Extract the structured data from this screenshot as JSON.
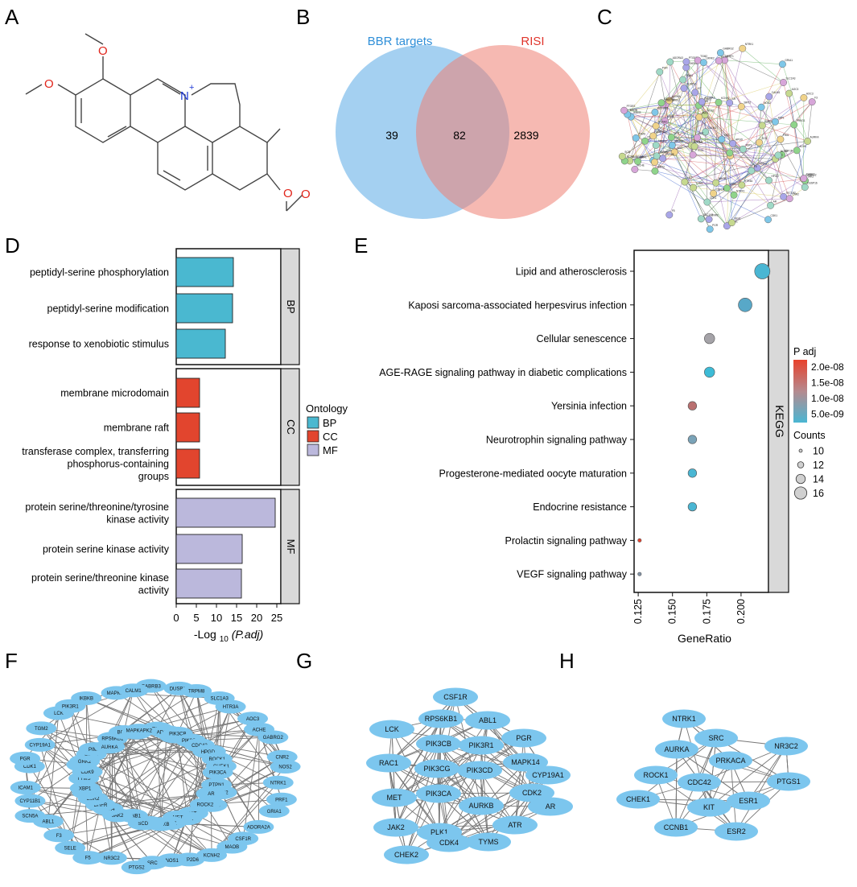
{
  "panels": {
    "A": "A",
    "B": "B",
    "C": "C",
    "D": "D",
    "E": "E",
    "F": "F",
    "G": "G",
    "H": "H"
  },
  "molecule": {
    "atom_O": "O",
    "atom_N": "N",
    "charge": "+"
  },
  "venn": {
    "left_label": "BBR targets",
    "right_label": "RISI",
    "left_only": "39",
    "both": "82",
    "right_only": "2839",
    "left_color": "#5aa9e6",
    "right_color": "#ef7f72",
    "left_label_color": "#2f8fd8",
    "right_label_color": "#e0352c"
  },
  "ppi_small_labels": [
    "PIM1",
    "PRKG1",
    "DUSP16",
    "GABRG2",
    "GABRB3",
    "SLC1A3",
    "NOS2",
    "SCD",
    "TGM2",
    "ADORA3",
    "SELE",
    "F3",
    "HPGD",
    "IKBKB",
    "SIRT2",
    "KIT",
    "CDK1",
    "SRC",
    "ESR1",
    "AR",
    "MET",
    "JAK2",
    "PTGS1",
    "NR3C2",
    "AURKA",
    "PRF1",
    "F5",
    "LRRK2",
    "CSF1R",
    "CHEK2",
    "XBP1",
    "HTR3A",
    "ACHE",
    "TRPM8",
    "MAOB",
    "KCNH2",
    "CNR2",
    "GRIA1",
    "AOC3",
    "BCHE",
    "CALM1",
    "TYMS",
    "NTRK1",
    "PTGES",
    "PGR"
  ],
  "go_chart": {
    "type": "bar",
    "xlabel_main": "-Log ",
    "xlabel_sub": "10",
    "xlabel_paren": "(P.adj)",
    "xlim": [
      0,
      26
    ],
    "xticks": [
      "0",
      "5",
      "10",
      "15",
      "20",
      "25"
    ],
    "xtick_values": [
      0,
      5,
      10,
      15,
      20,
      25
    ],
    "groups": [
      {
        "name": "BP",
        "color": "#4ab8d0",
        "items": [
          {
            "lines": [
              "peptidyl-serine phosphorylation"
            ],
            "value": 14.2
          },
          {
            "lines": [
              "peptidyl-serine modification"
            ],
            "value": 14.0
          },
          {
            "lines": [
              "response to xenobiotic stimulus"
            ],
            "value": 12.2
          }
        ]
      },
      {
        "name": "CC",
        "color": "#e2452e",
        "items": [
          {
            "lines": [
              "membrane microdomain"
            ],
            "value": 5.8
          },
          {
            "lines": [
              "membrane raft"
            ],
            "value": 5.8
          },
          {
            "lines": [
              "transferase complex, transferring",
              "phosphorus-containing",
              "groups"
            ],
            "value": 5.8
          }
        ]
      },
      {
        "name": "MF",
        "color": "#bbb8dc",
        "items": [
          {
            "lines": [
              "protein serine/threonine/tyrosine",
              "kinase activity"
            ],
            "value": 24.6
          },
          {
            "lines": [
              "protein serine kinase activity"
            ],
            "value": 16.4
          },
          {
            "lines": [
              "protein serine/threonine kinase",
              "activity"
            ],
            "value": 16.2
          }
        ]
      }
    ],
    "legend_title": "Ontology"
  },
  "kegg_chart": {
    "type": "scatter",
    "facet": "KEGG",
    "xlabel": "GeneRatio",
    "xlim": [
      0.122,
      0.22
    ],
    "xticks": [
      "0.125",
      "0.150",
      "0.175",
      "0.200"
    ],
    "xtick_values": [
      0.125,
      0.15,
      0.175,
      0.2
    ],
    "points": [
      {
        "term": "Lipid and atherosclerosis",
        "ratio": 0.2155,
        "count": 17,
        "color": "#4ab6d3"
      },
      {
        "term": "Kaposi sarcoma-associated herpesvirus infection",
        "ratio": 0.203,
        "count": 16,
        "color": "#58a8c8"
      },
      {
        "term": "Cellular senescence",
        "ratio": 0.177,
        "count": 14,
        "color": "#a5a3a8"
      },
      {
        "term": "AGE-RAGE signaling pathway in diabetic complications",
        "ratio": 0.177,
        "count": 14,
        "color": "#3dbbd6"
      },
      {
        "term": "Yersinia infection",
        "ratio": 0.1645,
        "count": 13,
        "color": "#b97070"
      },
      {
        "term": "Neurotrophin signaling pathway",
        "ratio": 0.1645,
        "count": 13,
        "color": "#7aa3b8"
      },
      {
        "term": "Progesterone-mediated oocyte maturation",
        "ratio": 0.1645,
        "count": 13,
        "color": "#4ab6d3"
      },
      {
        "term": "Endocrine resistance",
        "ratio": 0.1645,
        "count": 13,
        "color": "#4ab6d3"
      },
      {
        "term": "Prolactin signaling pathway",
        "ratio": 0.126,
        "count": 10,
        "color": "#e8412c"
      },
      {
        "term": "VEGF signaling pathway",
        "ratio": 0.126,
        "count": 10,
        "color": "#8395a8"
      }
    ],
    "color_legend_title": "P adj",
    "color_ticks": [
      "2.0e-08",
      "1.5e-08",
      "1.0e-08",
      "5.0e-09"
    ],
    "size_legend_title": "Counts",
    "size_ticks": [
      "10",
      "12",
      "14",
      "16"
    ],
    "size_values": [
      10,
      12,
      14,
      16
    ]
  },
  "network_F": [
    "GABRB3",
    "DUSP16",
    "TRPM8",
    "SLC1A3",
    "HTR3A",
    "AOC3",
    "ACHE",
    "GABRG2",
    "CNR2",
    "NOS2",
    "NTRK1",
    "PRF1",
    "GRIA1",
    "ADORA2A",
    "CSF1R",
    "MAOB",
    "KCNH2",
    "CYP2D6",
    "NOS1",
    "SRC",
    "PTGS2",
    "NR3C2",
    "F5",
    "SELE",
    "F3",
    "ABL1",
    "SCN5A",
    "CYP11B1",
    "ICAM1",
    "CDK1",
    "PGR",
    "CYP19A1",
    "TGM2",
    "LCK",
    "PIK3R1",
    "IKBKB",
    "MAPK14",
    "CALM1",
    "LRRK2",
    "ADORA3",
    "RAC1",
    "PIK3CB",
    "PIK3CG",
    "CDC42",
    "PTGS1",
    "HPGD",
    "ROCK1",
    "CHEK1",
    "PIK3CA",
    "PTPN1",
    "CDK2",
    "AR",
    "PTGES",
    "ROCK2",
    "KIT",
    "ESR1",
    "MET",
    "PLK1",
    "AURKB",
    "RXRA",
    "SCD",
    "CCNB1",
    "JAK2",
    "CDK4",
    "DHFR",
    "ESR2",
    "ATR",
    "XBP1",
    "TYMS",
    "CDK9",
    "CHEK2",
    "GRK2",
    "SIRT2",
    "PIM1",
    "AURKA",
    "RPS6KB1",
    "BCHE",
    "PRKACA",
    "MAPKAPK2"
  ],
  "network_G": [
    "CSF1R",
    "RPS6KB1",
    "ABL1",
    "LCK",
    "PIK3CB",
    "PIK3R1",
    "PGR",
    "RAC1",
    "MAPK14",
    "PIK3CG",
    "PIK3CD",
    "CYP19A1",
    "MET",
    "PIK3CA",
    "CDK2",
    "AURKB",
    "AR",
    "JAK2",
    "PLK1",
    "ATR",
    "CDK4",
    "TYMS",
    "CHEK2"
  ],
  "network_H": [
    "NTRK1",
    "SRC",
    "NR3C2",
    "AURKA",
    "PRKACA",
    "ROCK1",
    "CDC42",
    "PTGS1",
    "CHEK1",
    "KIT",
    "ESR1",
    "CCNB1",
    "ESR2"
  ]
}
